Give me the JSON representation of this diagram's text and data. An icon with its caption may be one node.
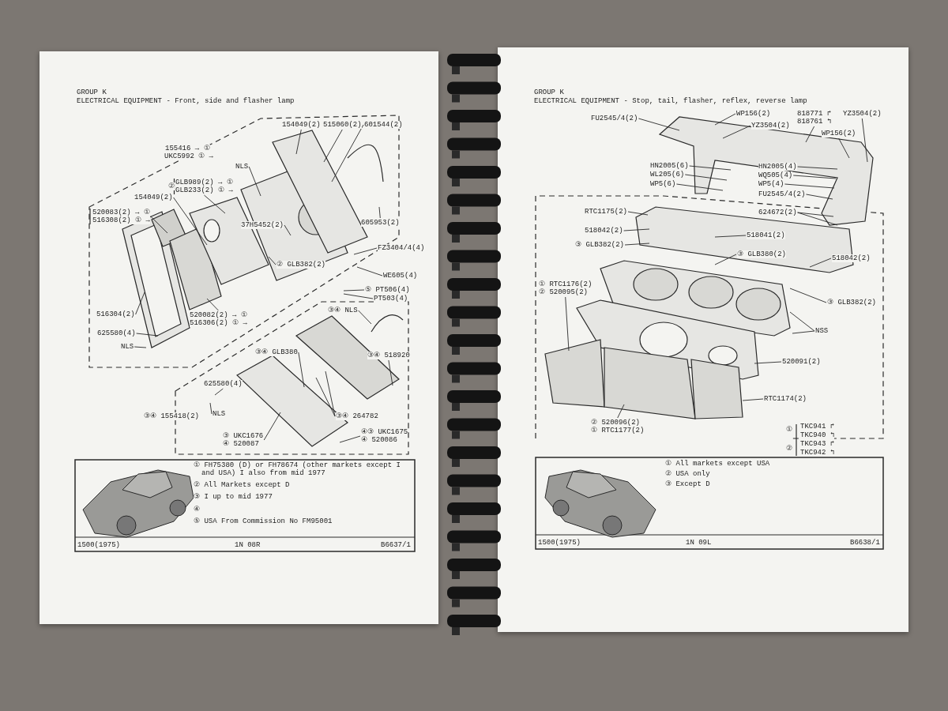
{
  "diagram": {
    "nodes": [
      {
        "text": [
          "154049(2)"
        ]
      },
      {
        "text": [
          "515060(2)"
        ]
      },
      {
        "text": [
          "601544(2)"
        ]
      },
      {
        "text": [
          "NLS"
        ]
      },
      {
        "text": [
          "GLB989(2) → ①",
          "GLB233(2) ① →"
        ],
        "beside": [
          "②"
        ]
      },
      {
        "text": [
          "154049(2)"
        ]
      },
      {
        "text": [
          "520083(2) → ①",
          "516308(2) ① →"
        ]
      },
      {
        "text": [
          "37H5452(2)"
        ]
      },
      {
        "text": [
          "605953(2)"
        ]
      },
      {
        "text": [
          "FZ3404/4(4)"
        ]
      },
      {
        "text": [
          "② GLB382(2)"
        ]
      },
      {
        "text": [
          "WE605(4)"
        ]
      },
      {
        "text": [
          "⑤ PT506(4)"
        ]
      },
      {
        "text": [
          "PT503(4)"
        ]
      },
      {
        "text": [
          "516304(2)"
        ]
      },
      {
        "text": [
          "520082(2) → ①",
          "516306(2) ① →"
        ]
      },
      {
        "text": [
          "625580(4)"
        ]
      },
      {
        "text": [
          "NLS"
        ]
      },
      {
        "text": [
          "③④ NLS"
        ]
      },
      {
        "text": [
          "③④ GLB380"
        ]
      },
      {
        "text": [
          "③④ 518920"
        ]
      },
      {
        "text": [
          "625580(4)"
        ]
      },
      {
        "text": [
          "NLS"
        ]
      },
      {
        "text": [
          "③④ 264782"
        ]
      },
      {
        "text": [
          "③ UKC1676",
          "④ 520087"
        ]
      },
      {
        "text": [
          "④③ UKC1675",
          "④ 520086"
        ]
      },
      {
        "text": [
          "FU2545/4(2)"
        ]
      },
      {
        "text": [
          "WP156(2)"
        ]
      },
      {
        "text": [
          "YZ3504(2)"
        ]
      },
      {
        "text": [
          "818771 ↱",
          "818761 ↰"
        ]
      },
      {
        "text": [
          "YZ3504(2)"
        ]
      },
      {
        "text": [
          "WP156(2)"
        ]
      },
      {
        "text": [
          "HN2005(6)"
        ]
      },
      {
        "text": [
          "WL205(6)"
        ]
      },
      {
        "text": [
          "WP5(6)"
        ]
      },
      {
        "text": [
          "HN2005(4)"
        ]
      },
      {
        "text": [
          "WQ505(4)"
        ]
      },
      {
        "text": [
          "WP5(4)"
        ]
      },
      {
        "text": [
          "FU2545/4(2)"
        ]
      },
      {
        "text": [
          "624672(2)"
        ]
      },
      {
        "text": [
          "RTC1175(2)"
        ]
      },
      {
        "text": [
          "518042(2)"
        ]
      },
      {
        "text": [
          "③ GLB382(2)"
        ]
      },
      {
        "text": [
          "518041(2)"
        ]
      },
      {
        "text": [
          "③ GLB380(2)"
        ]
      },
      {
        "text": [
          "518042(2)"
        ]
      },
      {
        "text": [
          "③ GLB382(2)"
        ]
      },
      {
        "text": [
          "NSS"
        ]
      },
      {
        "text": [
          "① RTC1176(2)",
          "② 520095(2)"
        ]
      },
      {
        "text": [
          "520091(2)"
        ]
      },
      {
        "text": [
          "RTC1174(2)"
        ]
      },
      {
        "text": [
          "② 520096(2)",
          "① RTC1177(2)"
        ]
      }
    ],
    "edges": [
      {
        "from": 0,
        "to": null,
        "arrow": "none"
      },
      {
        "from": 1,
        "to": null,
        "arrow": "none"
      },
      {
        "from": 2,
        "to": null,
        "arrow": "none"
      },
      {
        "from": 3,
        "to": null,
        "arrow": "none"
      },
      {
        "from": 4,
        "to": null,
        "arrow": "none"
      },
      {
        "from": 5,
        "to": null,
        "arrow": "none"
      },
      {
        "from": 6,
        "to": null,
        "arrow": "none"
      },
      {
        "from": 7,
        "to": null,
        "arrow": "none"
      },
      {
        "from": 8,
        "to": null,
        "arrow": "none"
      },
      {
        "from": 9,
        "to": null,
        "arrow": "none"
      },
      {
        "from": 10,
        "to": null,
        "arrow": "none"
      },
      {
        "from": 11,
        "to": null,
        "arrow": "none"
      },
      {
        "from": 12,
        "to": null,
        "arrow": "none"
      },
      {
        "from": 13,
        "to": null,
        "arrow": "none"
      },
      {
        "from": 14,
        "to": null,
        "arrow": "none"
      },
      {
        "from": 15,
        "to": null,
        "arrow": "none"
      },
      {
        "from": 16,
        "to": null,
        "arrow": "none"
      },
      {
        "from": 17,
        "to": null,
        "arrow": "none"
      },
      {
        "from": 18,
        "to": null,
        "arrow": "none"
      },
      {
        "from": 19,
        "to": null,
        "arrow": "none"
      },
      {
        "from": 20,
        "to": null,
        "arrow": "none"
      },
      {
        "from": 21,
        "to": null,
        "arrow": "none"
      },
      {
        "from": 22,
        "to": null,
        "arrow": "none"
      },
      {
        "from": 23,
        "to": null,
        "arrow": "none"
      },
      {
        "from": 23,
        "to": null,
        "arrow": "none"
      },
      {
        "from": 24,
        "to": null,
        "arrow": "none"
      },
      {
        "from": 25,
        "to": null,
        "arrow": "none"
      },
      {
        "from": 26,
        "to": null,
        "arrow": "none"
      },
      {
        "from": 27,
        "to": null,
        "arrow": "none"
      },
      {
        "from": 28,
        "to": null,
        "arrow": "none"
      },
      {
        "from": 29,
        "to": null,
        "arrow": "none"
      },
      {
        "from": 30,
        "to": null,
        "arrow": "none"
      },
      {
        "from": 31,
        "to": null,
        "arrow": "none"
      },
      {
        "from": 32,
        "to": null,
        "arrow": "none"
      },
      {
        "from": 33,
        "to": null,
        "arrow": "none"
      },
      {
        "from": 34,
        "to": null,
        "arrow": "none"
      },
      {
        "from": 35,
        "to": null,
        "arrow": "none"
      },
      {
        "from": 36,
        "to": null,
        "arrow": "none"
      },
      {
        "from": 37,
        "to": null,
        "arrow": "none"
      },
      {
        "from": 38,
        "to": null,
        "arrow": "none"
      },
      {
        "from": 39,
        "to": null,
        "arrow": "none"
      },
      {
        "from": 39,
        "to": null,
        "arrow": "none"
      },
      {
        "from": 40,
        "to": null,
        "arrow": "none"
      },
      {
        "from": 41,
        "to": null,
        "arrow": "none"
      },
      {
        "from": 42,
        "to": null,
        "arrow": "none"
      },
      {
        "from": 43,
        "to": null,
        "arrow": "none"
      },
      {
        "from": 44,
        "to": null,
        "arrow": "none"
      },
      {
        "from": 45,
        "to": null,
        "arrow": "none"
      },
      {
        "from": 46,
        "to": null,
        "arrow": "none"
      },
      {
        "from": 47,
        "to": null,
        "arrow": "none"
      },
      {
        "from": 47,
        "to": null,
        "arrow": "none"
      },
      {
        "from": 48,
        "to": null,
        "arrow": "none"
      },
      {
        "from": 49,
        "to": null,
        "arrow": "none"
      },
      {
        "from": 50,
        "to": null,
        "arrow": "none"
      },
      {
        "from": 51,
        "to": null,
        "arrow": "none"
      }
    ],
    "labels": [
      "GROUP K",
      "ELECTRICAL EQUIPMENT - Front, side and flasher lamp",
      "155416 → ①",
      "UKC5992 ① →",
      "③④ 155418(2)",
      "① FH75380 (D) or FH78674 (other markets except I and USA) I also from mid 1977",
      "② All Markets except D",
      "③ I up to mid 1977",
      "④",
      "⑤ USA From Commission No FM95001",
      "1500(1975)",
      "1N 08R",
      "B6637/1",
      "GROUP K",
      "ELECTRICAL EQUIPMENT - Stop, tail, flasher, reflex, reverse lamp",
      "①",
      "TKC941 ↱",
      "TKC940 ↰",
      "②",
      "TKC943 ↱",
      "TKC942 ↰",
      "① All markets except USA",
      "② USA only",
      "③ Except D",
      "1500(1975)",
      "1N 09L",
      "B6638/1"
    ]
  }
}
